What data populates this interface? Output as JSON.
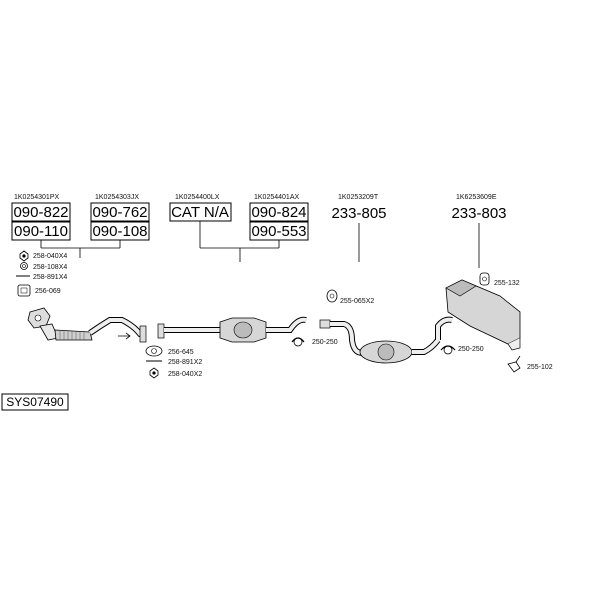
{
  "references": {
    "r1": "1K0254301PX",
    "r2": "1K0254303JX",
    "r3": "1K0254400LX",
    "r4": "1K0254401AX",
    "r5": "1K0253209T",
    "r6": "1K6253609E"
  },
  "part_numbers": {
    "b1": "090-822",
    "b2": "090-110",
    "b3": "090-762",
    "b4": "090-108",
    "b5": "CAT N/A",
    "b6": "090-824",
    "b7": "090-553",
    "p8": "233-805",
    "p9": "233-803"
  },
  "hardware_labels": {
    "h1": "258-040X4",
    "h2": "258-108X4",
    "h3": "258-891X4",
    "h4": "256-069",
    "h5": "256-645",
    "h6": "258-891X2",
    "h7": "258-040X2",
    "h8": "255-065X2",
    "h9": "250-250",
    "h10": "250-250",
    "h11": "255-132",
    "h12": "255-102"
  },
  "system_code": "SYS07490"
}
